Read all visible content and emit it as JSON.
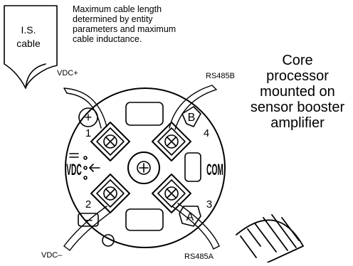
{
  "cable_tag": {
    "line1": "I.S.",
    "line2": "cable"
  },
  "cable_note": {
    "lines": [
      "Maximum cable length",
      "determined by entity",
      "parameters and maximum",
      "cable inductance."
    ]
  },
  "title": {
    "lines": [
      "Core",
      "processor",
      "mounted on",
      "sensor booster",
      "amplifier"
    ]
  },
  "wires": {
    "vdc_plus": "VDC+",
    "vdc_minus": "VDC–",
    "rs485b": "RS485B",
    "rs485a": "RS485A"
  },
  "terminals": {
    "t1": "1",
    "t2": "2",
    "t3": "3",
    "t4": "4",
    "plus_symbol": "+",
    "minus_symbol": "–",
    "b_symbol": "B",
    "a_symbol": "A",
    "vdc_label": "VDC",
    "com_label": "COM"
  },
  "colors": {
    "line": "#000000",
    "fill": "#ffffff"
  }
}
